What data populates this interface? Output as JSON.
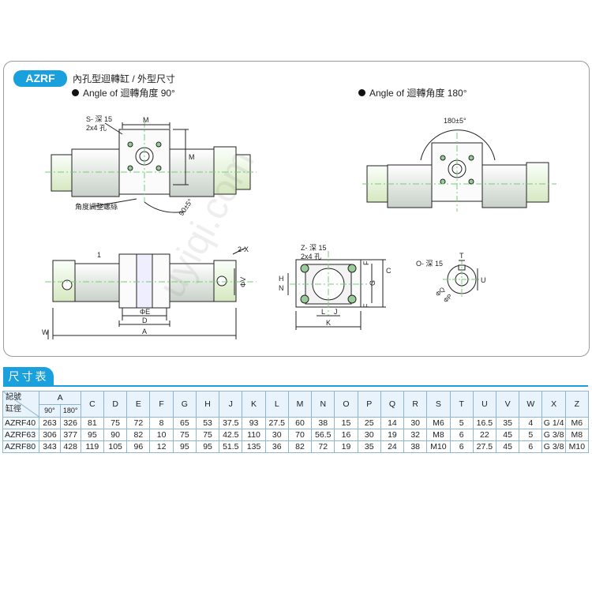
{
  "header": {
    "badge": "AZRF",
    "title": "內孔型迴轉缸 / 外型尺寸"
  },
  "views": {
    "angle90_title": "Angle of 迴轉角度 90°",
    "angle180_title": "Angle of 迴轉角度 180°"
  },
  "drawing_labels": {
    "s_hole": "S- 深 15",
    "s_hole2": "2x4 孔",
    "m_top": "M",
    "m_side": "M",
    "adjust_screw": "角度調整螺絲",
    "angle90": "90±5°",
    "angle180": "180±5°",
    "one": "1",
    "two_x": "2-X",
    "phi_v": "ΦV",
    "phi_e": "ΦE",
    "d": "D",
    "a": "A",
    "w": "W",
    "z_hole": "Z- 深 15",
    "z_hole2": "2x4 孔",
    "h": "H",
    "n": "N",
    "c": "C",
    "g": "G",
    "f1": "F",
    "f2": "F",
    "l": "L",
    "j": "J",
    "k": "K",
    "o_hole": "O- 深 15",
    "t": "T",
    "u": "U",
    "phi_q": "ΦQ",
    "phi_p": "ΦP"
  },
  "watermark": "uyiqi.com",
  "table": {
    "heading": "尺寸表",
    "corner_top": "記號",
    "corner_bottom": "缸徑",
    "a_header": "A",
    "a_sub": [
      "90°",
      "180°"
    ],
    "columns": [
      "C",
      "D",
      "E",
      "F",
      "G",
      "H",
      "J",
      "K",
      "L",
      "M",
      "N",
      "O",
      "P",
      "Q",
      "R",
      "S",
      "T",
      "U",
      "V",
      "W",
      "X",
      "Z"
    ],
    "rows": [
      {
        "model": "AZRF40",
        "values": [
          "263",
          "326",
          "81",
          "75",
          "72",
          "8",
          "65",
          "53",
          "37.5",
          "93",
          "27.5",
          "60",
          "38",
          "15",
          "25",
          "14",
          "30",
          "M6",
          "5",
          "16.5",
          "35",
          "4",
          "G 1/4",
          "M6"
        ]
      },
      {
        "model": "AZRF63",
        "values": [
          "306",
          "377",
          "95",
          "90",
          "82",
          "10",
          "75",
          "75",
          "42.5",
          "110",
          "30",
          "70",
          "56.5",
          "16",
          "30",
          "19",
          "32",
          "M8",
          "6",
          "22",
          "45",
          "5",
          "G 3/8",
          "M8"
        ]
      },
      {
        "model": "AZRF80",
        "values": [
          "343",
          "428",
          "119",
          "105",
          "96",
          "12",
          "95",
          "95",
          "51.5",
          "135",
          "36",
          "82",
          "72",
          "19",
          "35",
          "24",
          "38",
          "M10",
          "6",
          "27.5",
          "45",
          "6",
          "G 3/8",
          "M10"
        ]
      }
    ]
  }
}
